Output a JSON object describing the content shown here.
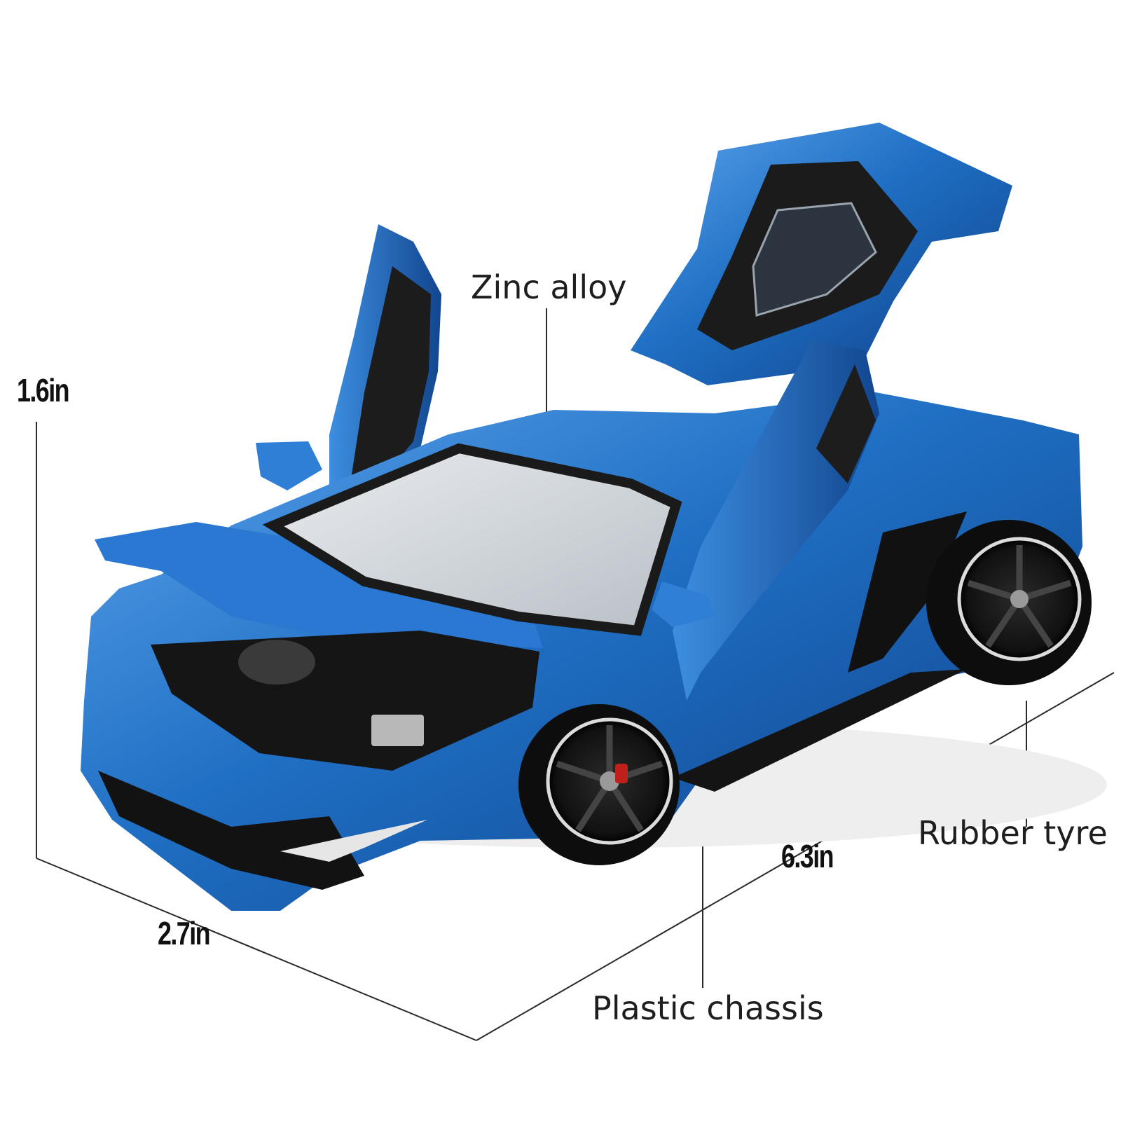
{
  "dimensions": {
    "height": "1.6in",
    "width": "2.7in",
    "length": "6.3in"
  },
  "callouts": {
    "body": "Zinc alloy",
    "tyre": "Rubber tyre",
    "chassis": "Plastic chassis"
  },
  "product": {
    "description": "blue die-cast sports car model with open doors, hood and engine cover",
    "colors": {
      "body": "#1f6fc4",
      "body_dark": "#0f3f86",
      "body_light": "#5fa6ee",
      "trim": "#161616"
    }
  }
}
